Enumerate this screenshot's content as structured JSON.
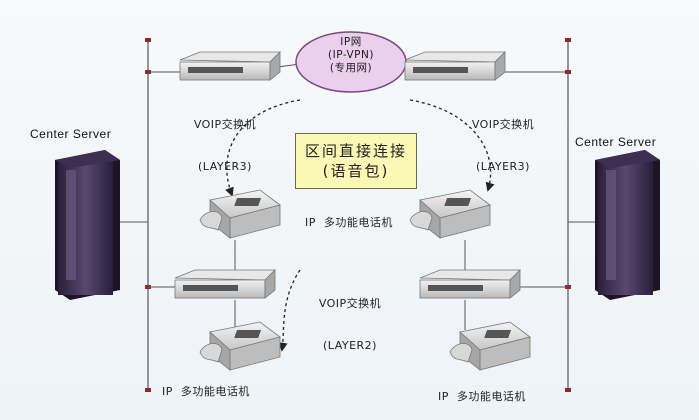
{
  "cloud": {
    "line1": "IP网",
    "line2": "(IP-VPN)",
    "line3": "(专用网)"
  },
  "switch_top_left": {
    "label_line1": "VOIP交换机",
    "label_line2": "(LAYER3)"
  },
  "switch_top_right": {
    "label_line1": "VOIP交换机",
    "label_line2": "(LAYER3)"
  },
  "switch_mid": {
    "label_line1": "VOIP交换机",
    "label_line2": "(LAYER2)"
  },
  "callout": {
    "line1": "区间直接连接",
    "line2": "(语音包)"
  },
  "server_left": {
    "label": "Center Server"
  },
  "server_right": {
    "label": "Center Server"
  },
  "phone_label_mid": "IP  多功能电话机",
  "phone_label_bottom_left": "IP  多功能电话机",
  "phone_label_bottom_right": "IP  多功能电话机"
}
